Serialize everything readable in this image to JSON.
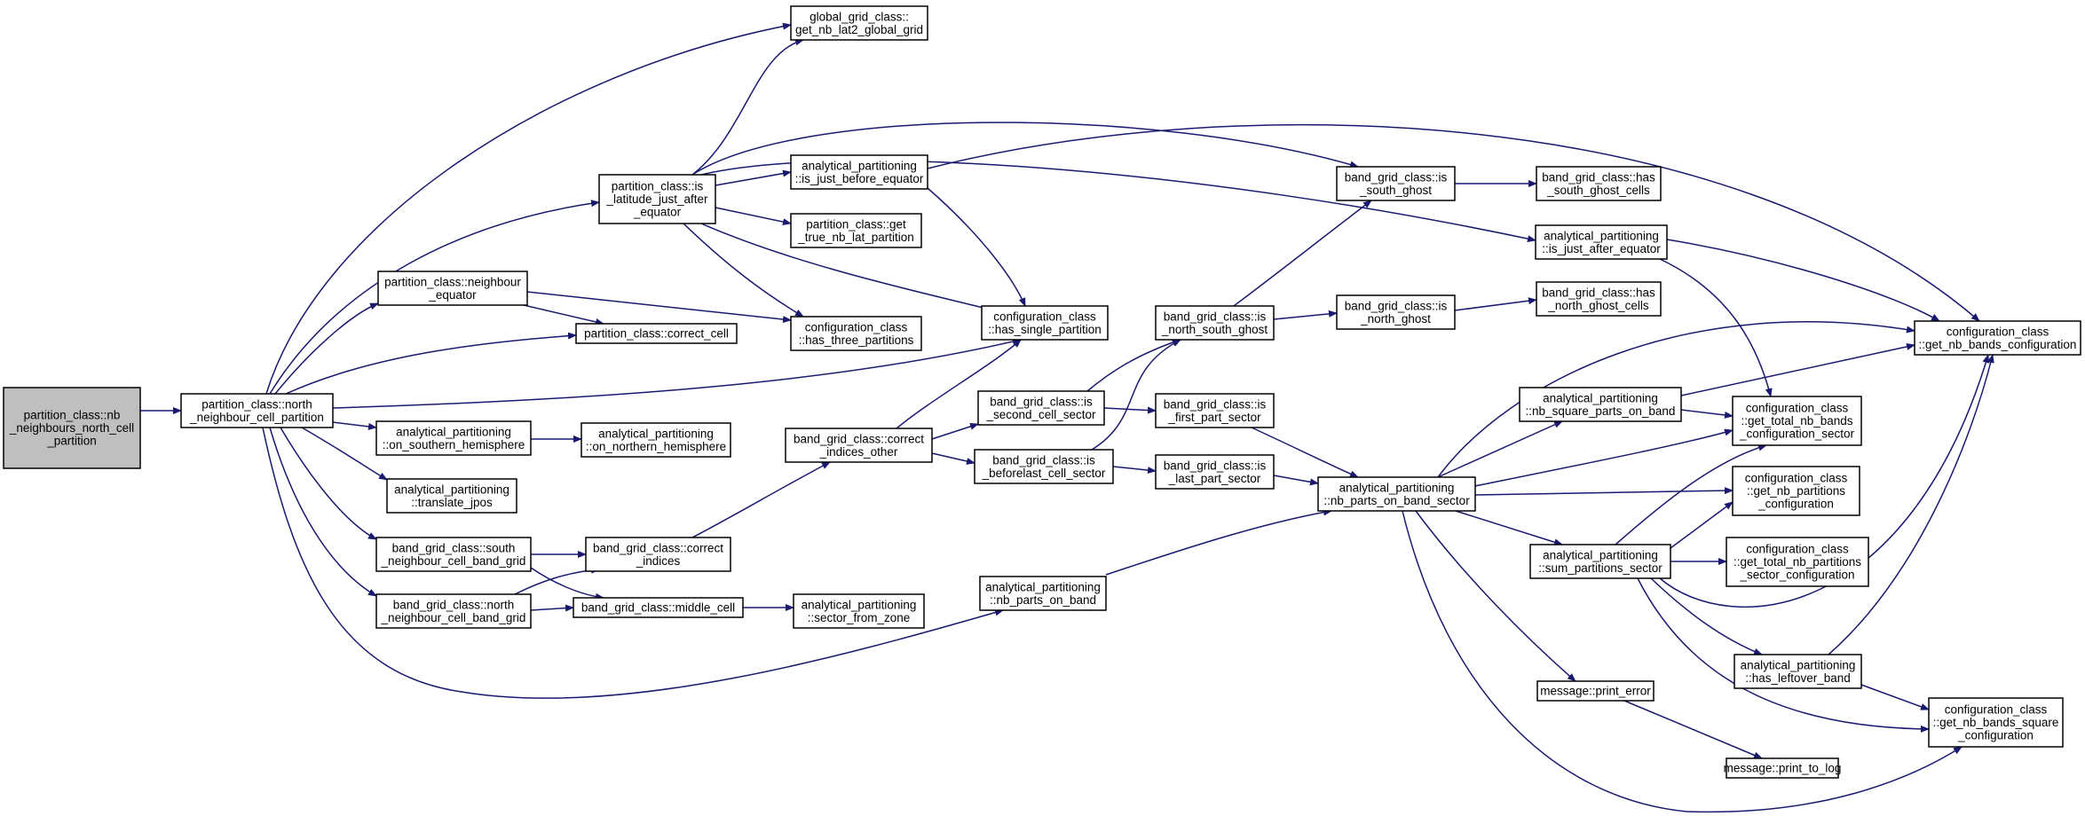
{
  "graph": {
    "edge_color": "#191970",
    "root_fill": "#bfbfbf",
    "node_fill": "#ffffff",
    "nodes": [
      {
        "id": "root",
        "lines": [
          "partition_class::nb",
          "_neighbours_north_cell",
          "_partition"
        ]
      },
      {
        "id": "nncp",
        "lines": [
          "partition_class::north",
          "_neighbour_cell_partition"
        ]
      },
      {
        "id": "ggc",
        "lines": [
          "global_grid_class::",
          "get_nb_lat2_global_grid"
        ]
      },
      {
        "id": "iljae",
        "lines": [
          "partition_class::is",
          "_latitude_just_after",
          "_equator"
        ]
      },
      {
        "id": "ne",
        "lines": [
          "partition_class::neighbour",
          "_equator"
        ]
      },
      {
        "id": "cc",
        "lines": [
          "partition_class::correct_cell"
        ]
      },
      {
        "id": "osh",
        "lines": [
          "analytical_partitioning",
          "::on_southern_hemisphere"
        ]
      },
      {
        "id": "tj",
        "lines": [
          "analytical_partitioning",
          "::translate_jpos"
        ]
      },
      {
        "id": "sncbg",
        "lines": [
          "band_grid_class::south",
          "_neighbour_cell_band_grid"
        ]
      },
      {
        "id": "nncbg",
        "lines": [
          "band_grid_class::north",
          "_neighbour_cell_band_grid"
        ]
      },
      {
        "id": "ijbe",
        "lines": [
          "analytical_partitioning",
          "::is_just_before_equator"
        ]
      },
      {
        "id": "gtnlp",
        "lines": [
          "partition_class::get",
          "_true_nb_lat_partition"
        ]
      },
      {
        "id": "htp",
        "lines": [
          "configuration_class",
          "::has_three_partitions"
        ]
      },
      {
        "id": "onh",
        "lines": [
          "analytical_partitioning",
          "::on_northern_hemisphere"
        ]
      },
      {
        "id": "ci",
        "lines": [
          "band_grid_class::correct",
          "_indices"
        ]
      },
      {
        "id": "mc",
        "lines": [
          "band_grid_class::middle_cell"
        ]
      },
      {
        "id": "cio",
        "lines": [
          "band_grid_class::correct",
          "_indices_other"
        ]
      },
      {
        "id": "sfz",
        "lines": [
          "analytical_partitioning",
          "::sector_from_zone"
        ]
      },
      {
        "id": "hsp",
        "lines": [
          "configuration_class",
          "::has_single_partition"
        ]
      },
      {
        "id": "iscs",
        "lines": [
          "band_grid_class::is",
          "_second_cell_sector"
        ]
      },
      {
        "id": "ibcs",
        "lines": [
          "band_grid_class::is",
          "_beforelast_cell_sector"
        ]
      },
      {
        "id": "npob",
        "lines": [
          "analytical_partitioning",
          "::nb_parts_on_band"
        ]
      },
      {
        "id": "isg",
        "lines": [
          "band_grid_class::is",
          "_south_ghost"
        ]
      },
      {
        "id": "insg",
        "lines": [
          "band_grid_class::is",
          "_north_south_ghost"
        ]
      },
      {
        "id": "ifps",
        "lines": [
          "band_grid_class::is",
          "_first_part_sector"
        ]
      },
      {
        "id": "ilps",
        "lines": [
          "band_grid_class::is",
          "_last_part_sector"
        ]
      },
      {
        "id": "hsgc",
        "lines": [
          "band_grid_class::has",
          "_south_ghost_cells"
        ]
      },
      {
        "id": "ing",
        "lines": [
          "band_grid_class::is",
          "_north_ghost"
        ]
      },
      {
        "id": "hngc",
        "lines": [
          "band_grid_class::has",
          "_north_ghost_cells"
        ]
      },
      {
        "id": "ijae",
        "lines": [
          "analytical_partitioning",
          "::is_just_after_equator"
        ]
      },
      {
        "id": "nsqpob",
        "lines": [
          "analytical_partitioning",
          "::nb_square_parts_on_band"
        ]
      },
      {
        "id": "npobs",
        "lines": [
          "analytical_partitioning",
          "::nb_parts_on_band_sector"
        ]
      },
      {
        "id": "sps",
        "lines": [
          "analytical_partitioning",
          "::sum_partitions_sector"
        ]
      },
      {
        "id": "pe",
        "lines": [
          "message::print_error"
        ]
      },
      {
        "id": "ptl",
        "lines": [
          "message::print_to_log"
        ]
      },
      {
        "id": "hlb",
        "lines": [
          "analytical_partitioning",
          "::has_leftover_band"
        ]
      },
      {
        "id": "gnbc",
        "lines": [
          "configuration_class",
          "::get_nb_bands_configuration"
        ]
      },
      {
        "id": "gtnbcs",
        "lines": [
          "configuration_class",
          "::get_total_nb_bands",
          "_configuration_sector"
        ]
      },
      {
        "id": "gnpc",
        "lines": [
          "configuration_class",
          "::get_nb_partitions",
          "_configuration"
        ]
      },
      {
        "id": "gtnpsc",
        "lines": [
          "configuration_class",
          "::get_total_nb_partitions",
          "_sector_configuration"
        ]
      },
      {
        "id": "gnbsc",
        "lines": [
          "configuration_class",
          "::get_nb_bands_square",
          "_configuration"
        ]
      }
    ]
  }
}
